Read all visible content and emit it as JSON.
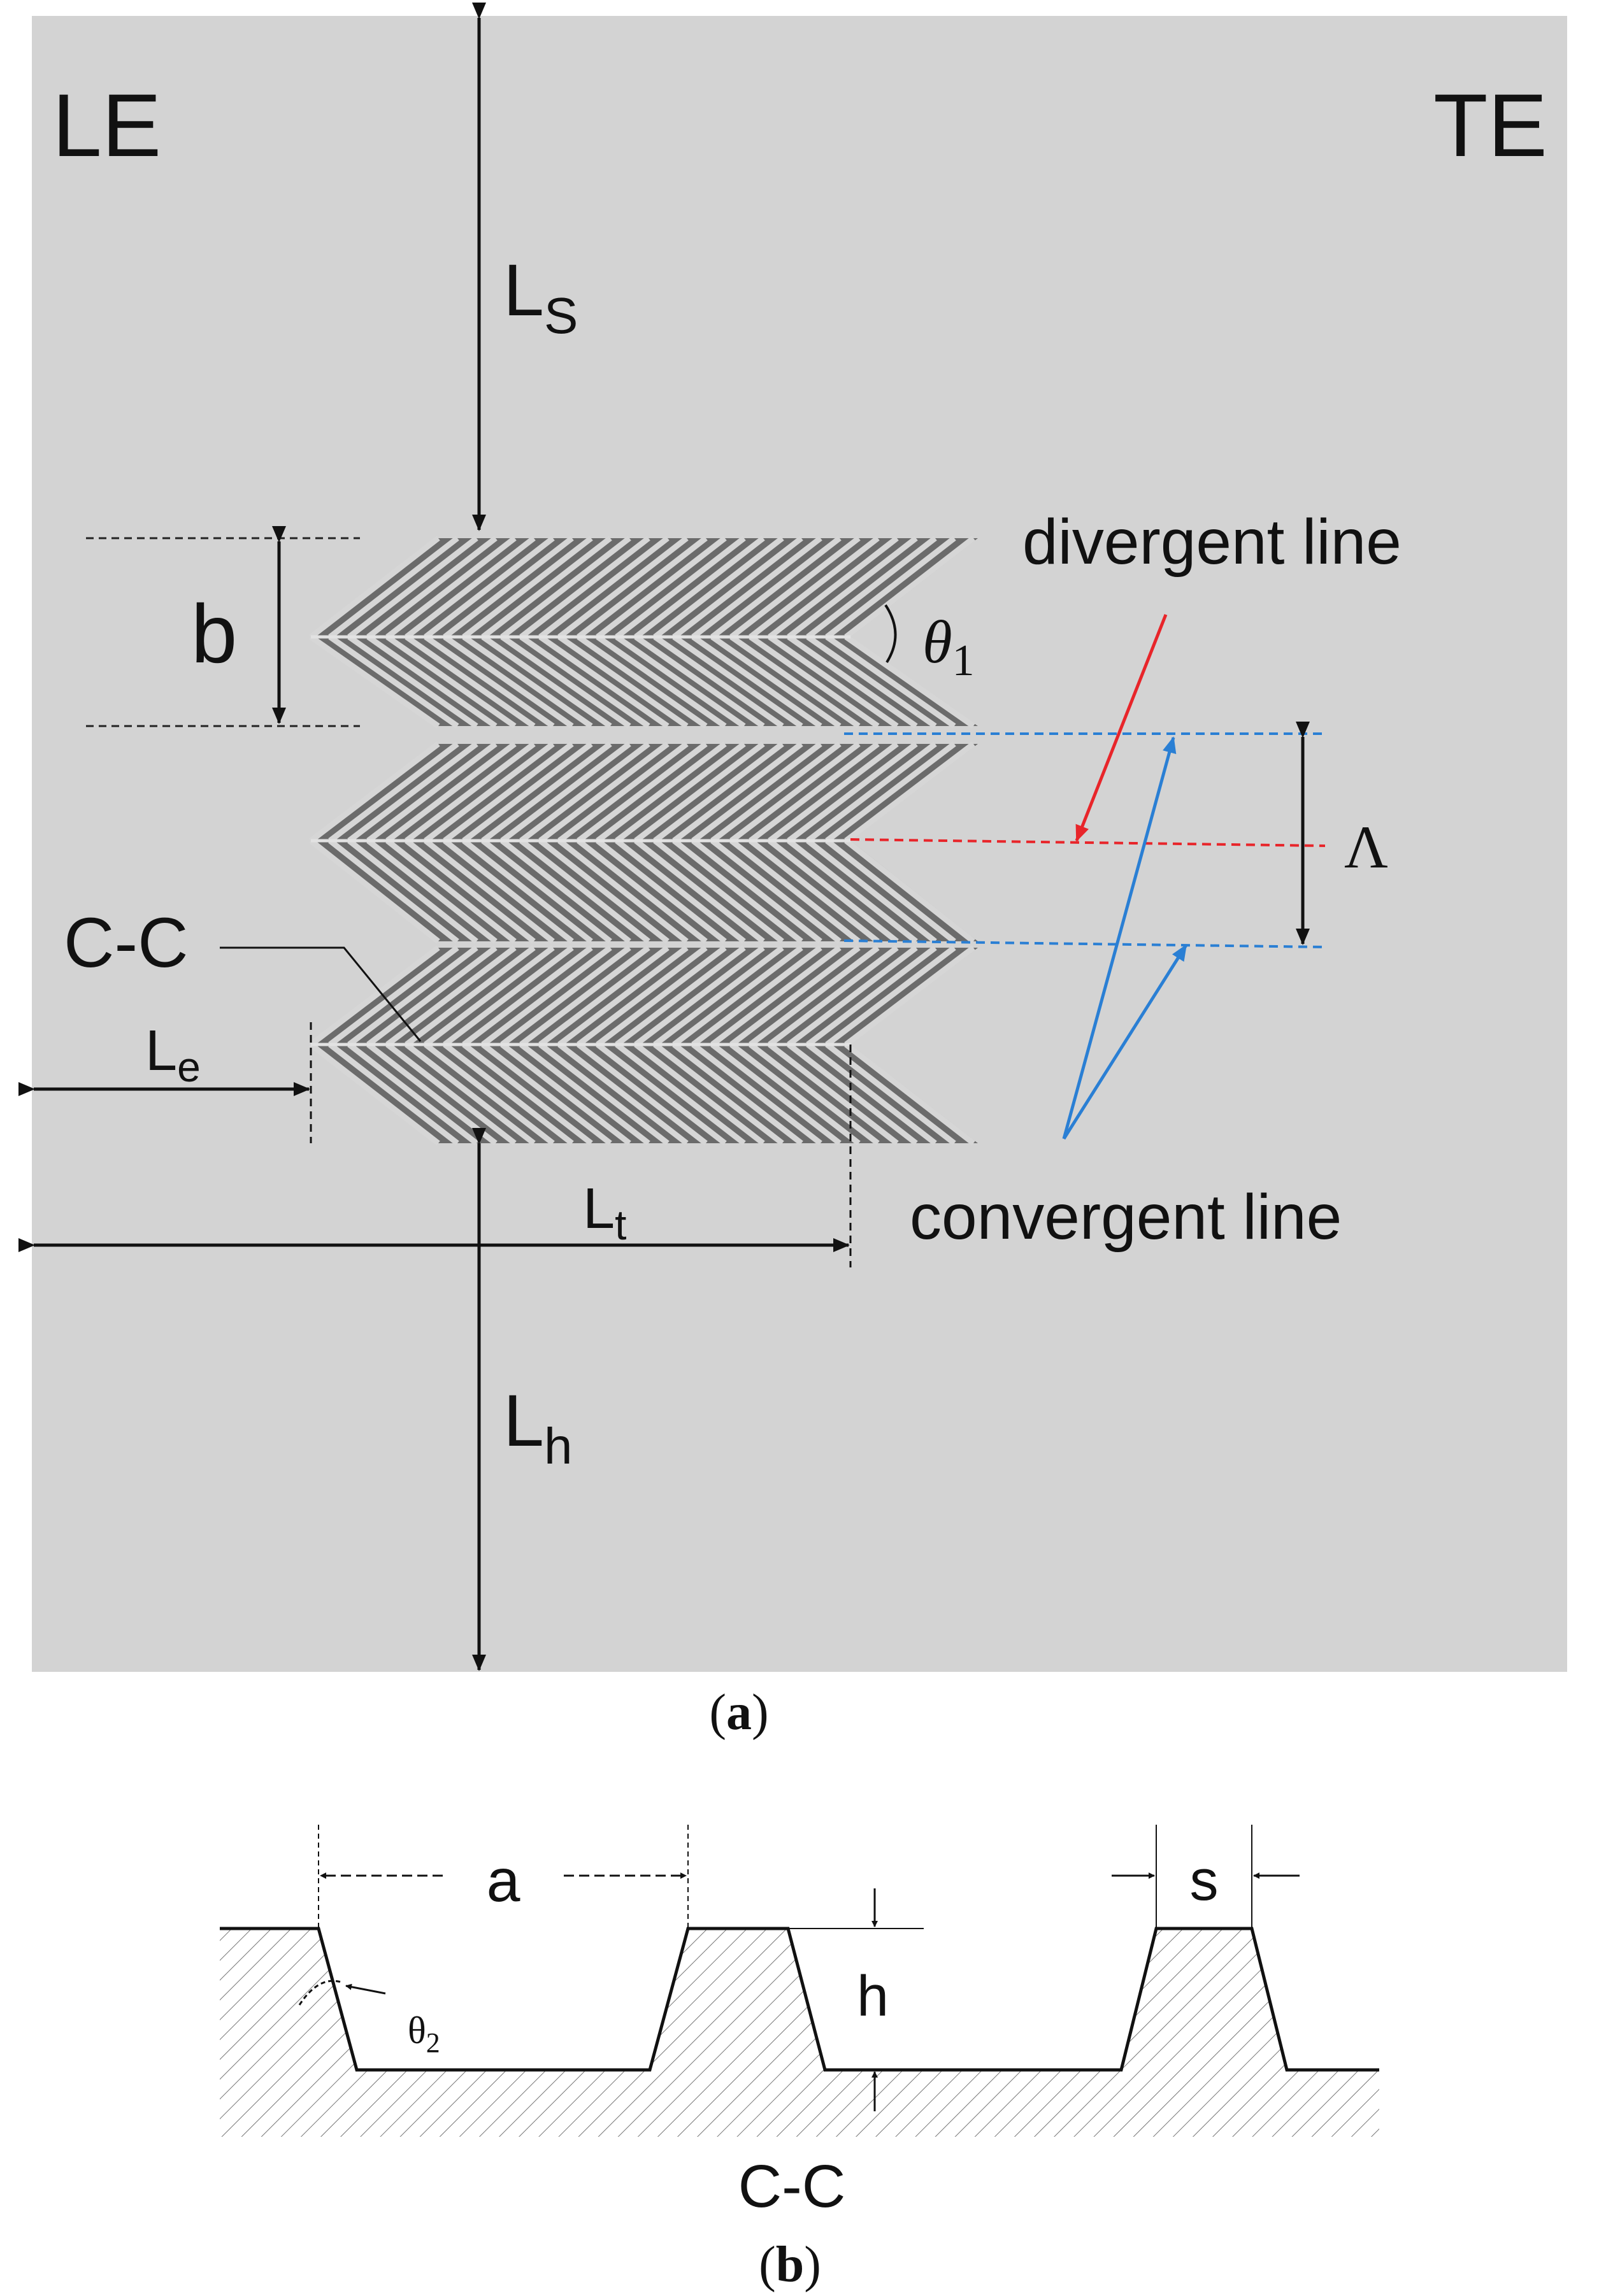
{
  "panel_a": {
    "corner_labels": {
      "leading_edge": "LE",
      "trailing_edge": "TE"
    },
    "dimensions": {
      "ls": {
        "base": "L",
        "sub": "S"
      },
      "b": "b",
      "theta1": {
        "base": "θ",
        "sub": "1"
      },
      "lambda": "Λ",
      "le": {
        "base": "L",
        "sub": "e"
      },
      "lt": {
        "base": "L",
        "sub": "t"
      },
      "lh": {
        "base": "L",
        "sub": "h"
      }
    },
    "section_label": "C-C",
    "annotations": {
      "divergent": "divergent line",
      "convergent": "convergent line"
    },
    "colors": {
      "background": "#d3d3d3",
      "groove_dark": "#5a5a5a",
      "groove_light": "#c8c8c8",
      "divergent_line": "#e8252a",
      "convergent_line": "#2a7fd4",
      "dimension_line": "#111111"
    },
    "caption": {
      "open": "(",
      "letter": "a",
      "close": ")"
    }
  },
  "panel_b": {
    "dimensions": {
      "a": "a",
      "s": "s",
      "h": "h",
      "theta2": {
        "base": "θ",
        "sub": "2"
      }
    },
    "section_title": "C-C",
    "caption": {
      "open": "(",
      "letter": "b",
      "close": ")"
    }
  }
}
